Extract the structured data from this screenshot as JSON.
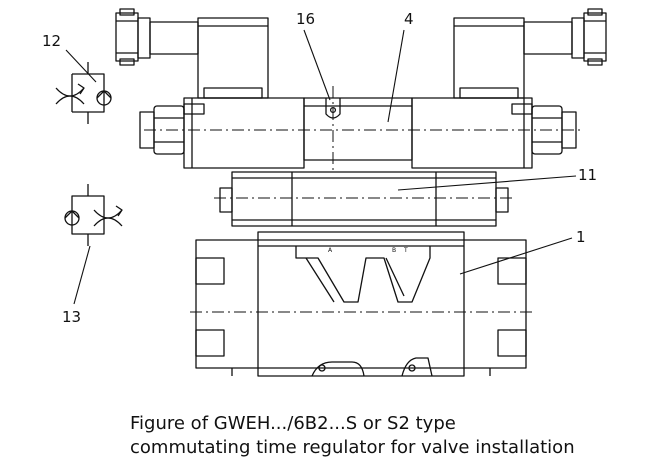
{
  "callouts": {
    "c16": "16",
    "c4": "4",
    "c12": "12",
    "c11": "11",
    "c1": "1",
    "c13": "13"
  },
  "port_labels": {
    "a": "A",
    "b": "B",
    "t": "T"
  },
  "caption": {
    "line1": "Figure of GWEH.../6B2...S or S2 type",
    "line2": "commutating time regulator for valve installation"
  }
}
